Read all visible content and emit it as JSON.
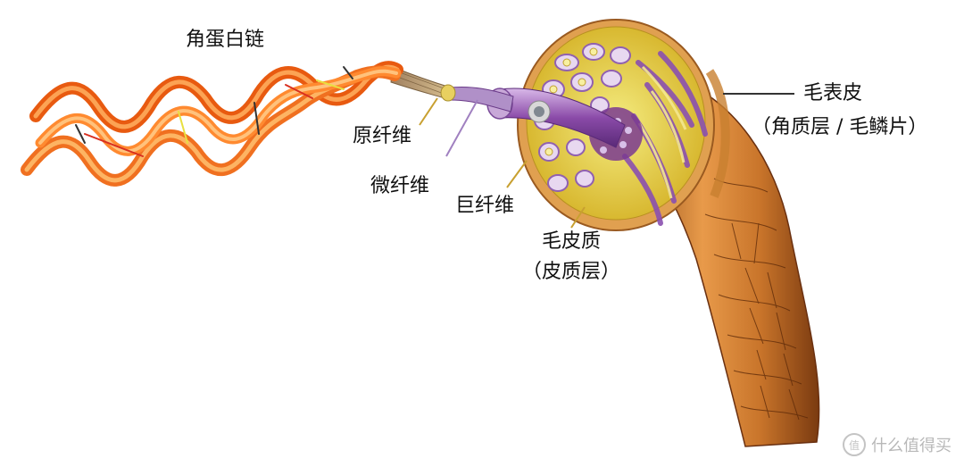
{
  "labels": {
    "keratin_chain": "角蛋白链",
    "protofibril": "原纤维",
    "microfibril": "微纤维",
    "macrofibril": "巨纤维",
    "cortex": "毛皮质",
    "cortex_sub": "（皮质层）",
    "cuticle": "毛表皮",
    "cuticle_sub": "（角质层 / 毛鳞片）"
  },
  "watermark": {
    "icon_text": "值",
    "text": "什么值得买"
  },
  "colors": {
    "helix_orange": "#f07820",
    "helix_light": "#ffb060",
    "shaft_brown": "#c8742a",
    "cortex_purple": "#a070c0",
    "cross_section_yellow": "#e8d840"
  }
}
